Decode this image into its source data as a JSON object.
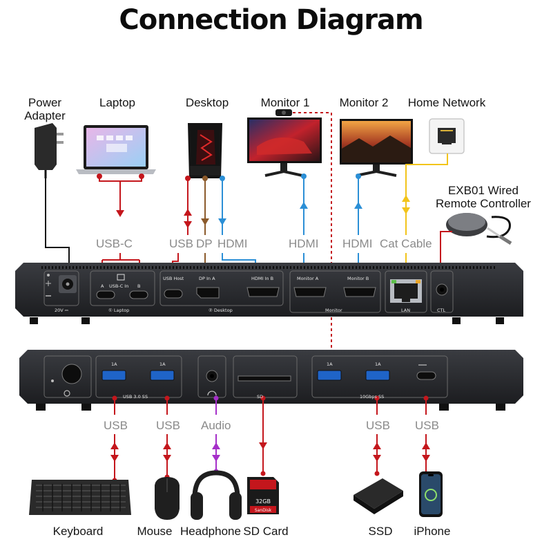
{
  "title": "Connection Diagram",
  "devices_top": {
    "power_adapter": "Power\nAdapter",
    "laptop": "Laptop",
    "desktop": "Desktop",
    "monitor1": "Monitor 1",
    "monitor2": "Monitor 2",
    "home_network": "Home Network",
    "remote": "EXB01 Wired\nRemote Controller"
  },
  "cables_top": {
    "usbc": "USB-C",
    "usb": "USB",
    "dp": "DP",
    "hdmi1": "HDMI",
    "hdmi2": "HDMI",
    "hdmi3": "HDMI",
    "cat": "Cat Cable"
  },
  "rear_panel": {
    "dc": "20V ⎓",
    "usbc_a": "A",
    "usbc_in": "USB-C In",
    "usbc_b": "B",
    "laptop_group": "① Laptop",
    "usb_host": "USB Host",
    "dp_in": "DP In A",
    "hdmi_in": "HDMI In B",
    "desktop_group": "② Desktop",
    "monitor_a": "Monitor A",
    "monitor_b": "Monitor B",
    "monitor_group": "Monitor",
    "lan": "LAN",
    "ctl": "CTL"
  },
  "front_panel": {
    "port_1a_1": "1A",
    "port_1a_2": "1A",
    "port_1a_3": "1A",
    "port_1a_4": "1A",
    "usb30": "USB 3.0 SS",
    "gbps": "10Gbps SS",
    "sd": "SD"
  },
  "cables_bottom": {
    "usb1": "USB",
    "usb2": "USB",
    "audio": "Audio",
    "usb3": "USB",
    "usb4": "USB"
  },
  "devices_bottom": {
    "keyboard": "Keyboard",
    "mouse": "Mouse",
    "headphone": "Headphone",
    "sdcard": "SD Card",
    "ssd": "SSD",
    "iphone": "iPhone"
  },
  "sdcard_text": {
    "brand": "SanDisk",
    "capacity": "32GB"
  },
  "colors": {
    "red": "#c4161c",
    "blue": "#2b8fd6",
    "brown": "#8b5a2b",
    "yellow": "#f2c41a",
    "purple": "#a52fc9",
    "black": "#111111",
    "gray_label": "#8a8a8a",
    "dock": "#2a2c30"
  }
}
